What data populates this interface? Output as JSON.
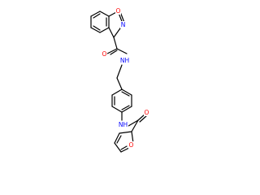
{
  "colors": {
    "background": "#ffffff",
    "bond": "#000000",
    "oxygen": "#ff0000",
    "nitrogen": "#0000ff",
    "carbon": "#000000"
  },
  "atoms": [
    {
      "id": "o_isox",
      "label": "O",
      "element": "oxygen"
    },
    {
      "id": "n_isox",
      "label": "N",
      "element": "nitrogen"
    },
    {
      "id": "o_amide1",
      "label": "O",
      "element": "oxygen"
    },
    {
      "id": "n_amide1",
      "label": "NH",
      "element": "nitrogen"
    },
    {
      "id": "n_amide2",
      "label": "NH",
      "element": "nitrogen"
    },
    {
      "id": "o_amide2",
      "label": "O",
      "element": "oxygen"
    },
    {
      "id": "o_furan",
      "label": "O",
      "element": "oxygen"
    }
  ]
}
